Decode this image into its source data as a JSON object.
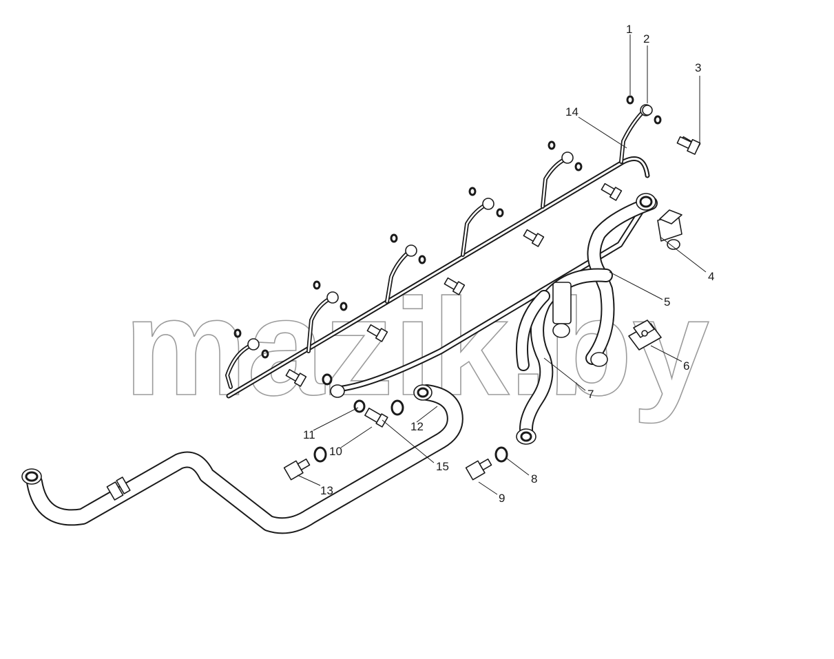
{
  "watermark": {
    "text": "mazik.by"
  },
  "callouts": [
    {
      "id": "1",
      "label": "1"
    },
    {
      "id": "2",
      "label": "2"
    },
    {
      "id": "3",
      "label": "3"
    },
    {
      "id": "4",
      "label": "4"
    },
    {
      "id": "5",
      "label": "5"
    },
    {
      "id": "6",
      "label": "6"
    },
    {
      "id": "7",
      "label": "7"
    },
    {
      "id": "8",
      "label": "8"
    },
    {
      "id": "9",
      "label": "9"
    },
    {
      "id": "10",
      "label": "10"
    },
    {
      "id": "11",
      "label": "11"
    },
    {
      "id": "12",
      "label": "12"
    },
    {
      "id": "13",
      "label": "13"
    },
    {
      "id": "14",
      "label": "14"
    },
    {
      "id": "15",
      "label": "15"
    }
  ]
}
